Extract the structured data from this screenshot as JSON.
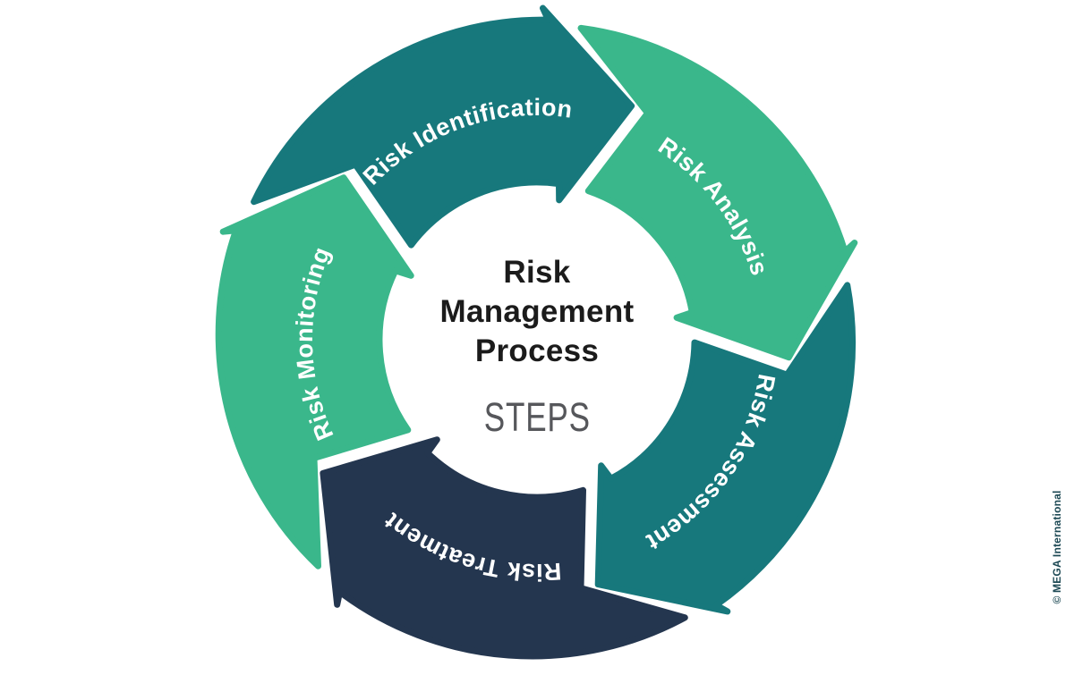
{
  "page": {
    "background": "#ffffff"
  },
  "diagram": {
    "center": {
      "title_lines": [
        "Risk",
        "Management",
        "Process"
      ],
      "subtitle": "STEPS",
      "title_color": "#1b1b1b",
      "subtitle_color": "#56575b"
    },
    "label_color": "#ffffff",
    "segments": [
      {
        "label": "Risk Identification",
        "color": "#17787c",
        "tip_angle": 22
      },
      {
        "label": "Risk Analysis",
        "color": "#3ab78b",
        "tip_angle": 94
      },
      {
        "label": "Risk Assessment",
        "color": "#17787c",
        "tip_angle": 166
      },
      {
        "label": "Risk Treatment",
        "color": "#24364f",
        "tip_angle": 238
      },
      {
        "label": "Risk Monitoring",
        "color": "#3ab78b",
        "tip_angle": 310
      }
    ]
  },
  "footer": {
    "copyright": "© MEGA International",
    "color": "#1d4954"
  }
}
